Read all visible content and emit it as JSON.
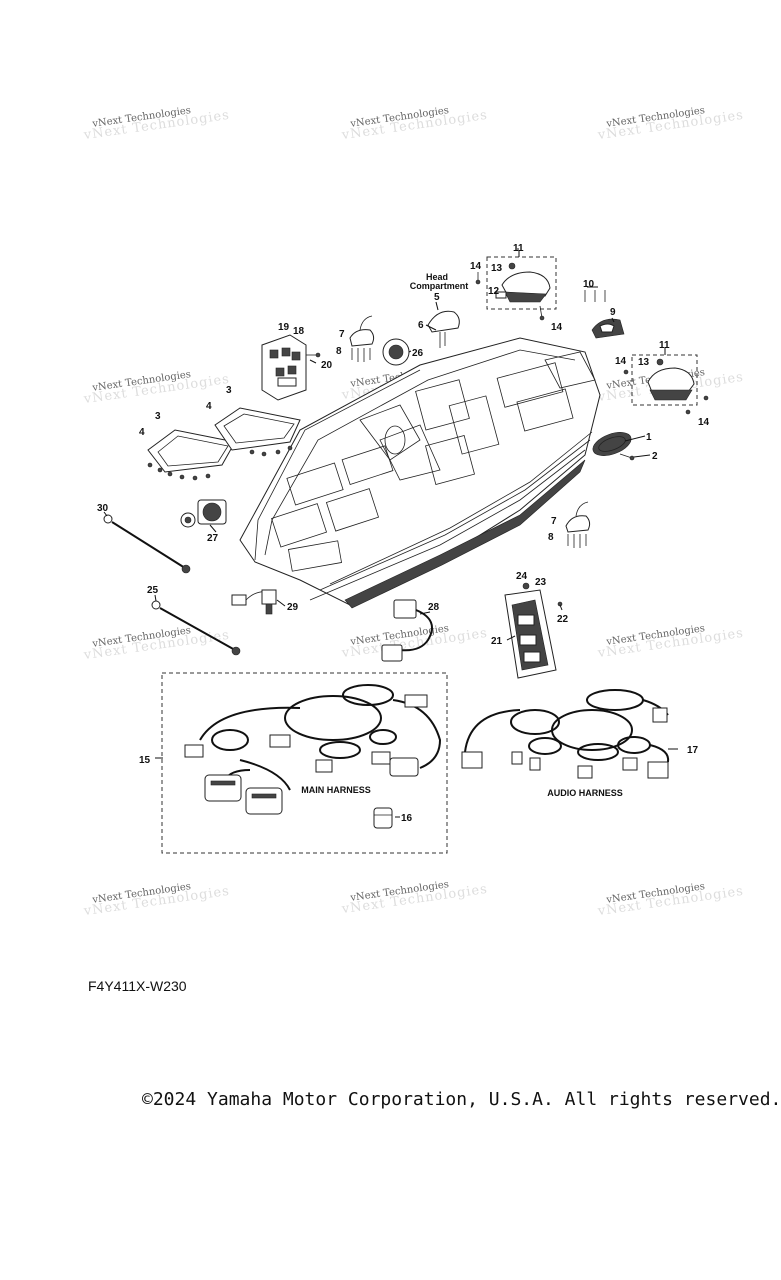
{
  "watermark_text": "vNext Technologies",
  "callouts": [
    "1",
    "2",
    "3",
    "3",
    "4",
    "4",
    "5",
    "6",
    "7",
    "7",
    "8",
    "8",
    "9",
    "10",
    "11",
    "11",
    "12",
    "13",
    "13",
    "14",
    "14",
    "14",
    "14",
    "15",
    "16",
    "17",
    "18",
    "19",
    "20",
    "21",
    "22",
    "23",
    "24",
    "25",
    "26",
    "27",
    "28",
    "29",
    "30"
  ],
  "labels": {
    "head_compartment_1": "Head",
    "head_compartment_2": "Compartment",
    "main_harness": "MAIN HARNESS",
    "audio_harness": "AUDIO HARNESS"
  },
  "diagram_code": "F4Y411X-W230",
  "copyright": "©2024 Yamaha Motor Corporation, U.S.A. All rights reserved."
}
